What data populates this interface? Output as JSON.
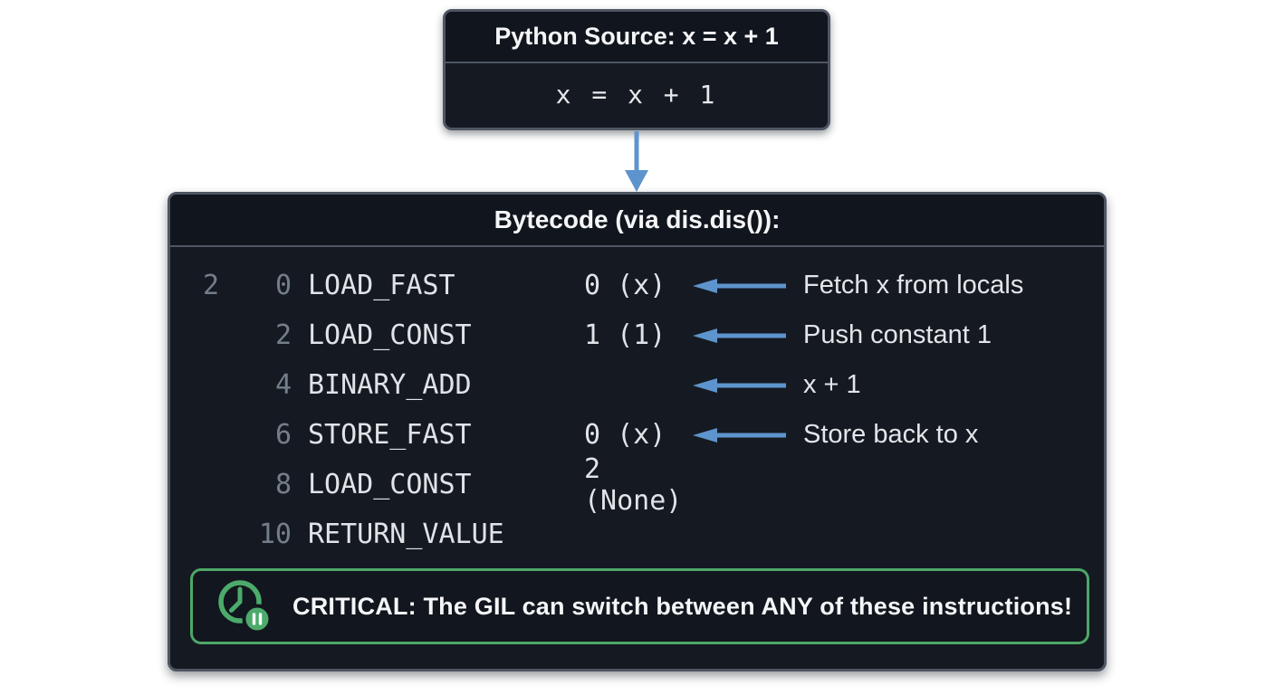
{
  "source_box": {
    "title": "Python Source: x = x + 1",
    "code": "x = x + 1"
  },
  "bytecode_box": {
    "title": "Bytecode (via dis.dis()):",
    "rows": [
      {
        "line": "2",
        "offset": "0",
        "opname": "LOAD_FAST",
        "arg": "0 (x)",
        "annotation": "Fetch x from locals"
      },
      {
        "line": "",
        "offset": "2",
        "opname": "LOAD_CONST",
        "arg": "1 (1)",
        "annotation": "Push constant 1"
      },
      {
        "line": "",
        "offset": "4",
        "opname": "BINARY_ADD",
        "arg": "",
        "annotation": "x + 1"
      },
      {
        "line": "",
        "offset": "6",
        "opname": "STORE_FAST",
        "arg": "0 (x)",
        "annotation": "Store back to x"
      },
      {
        "line": "",
        "offset": "8",
        "opname": "LOAD_CONST",
        "arg": "2 (None)",
        "annotation": ""
      },
      {
        "line": "",
        "offset": "10",
        "opname": "RETURN_VALUE",
        "arg": "",
        "annotation": ""
      }
    ],
    "callout": {
      "text": "CRITICAL: The GIL can switch between ANY of these instructions!"
    }
  },
  "icons": {
    "down_arrow": "blue downward connector arrow",
    "left_arrow": "blue leftward annotation arrow",
    "clock_pause": "green clock with pause badge"
  },
  "colors": {
    "page_bg": "#ffffff",
    "box_bg": "#151a22",
    "box_header_bg": "#11151d",
    "box_border": "#4e5663",
    "arrow_blue": "#5e94cd",
    "green_accent": "#4da767",
    "muted_number": "#747e8b",
    "light_text": "#e0e3e7",
    "white_text": "#f4f5f7"
  }
}
